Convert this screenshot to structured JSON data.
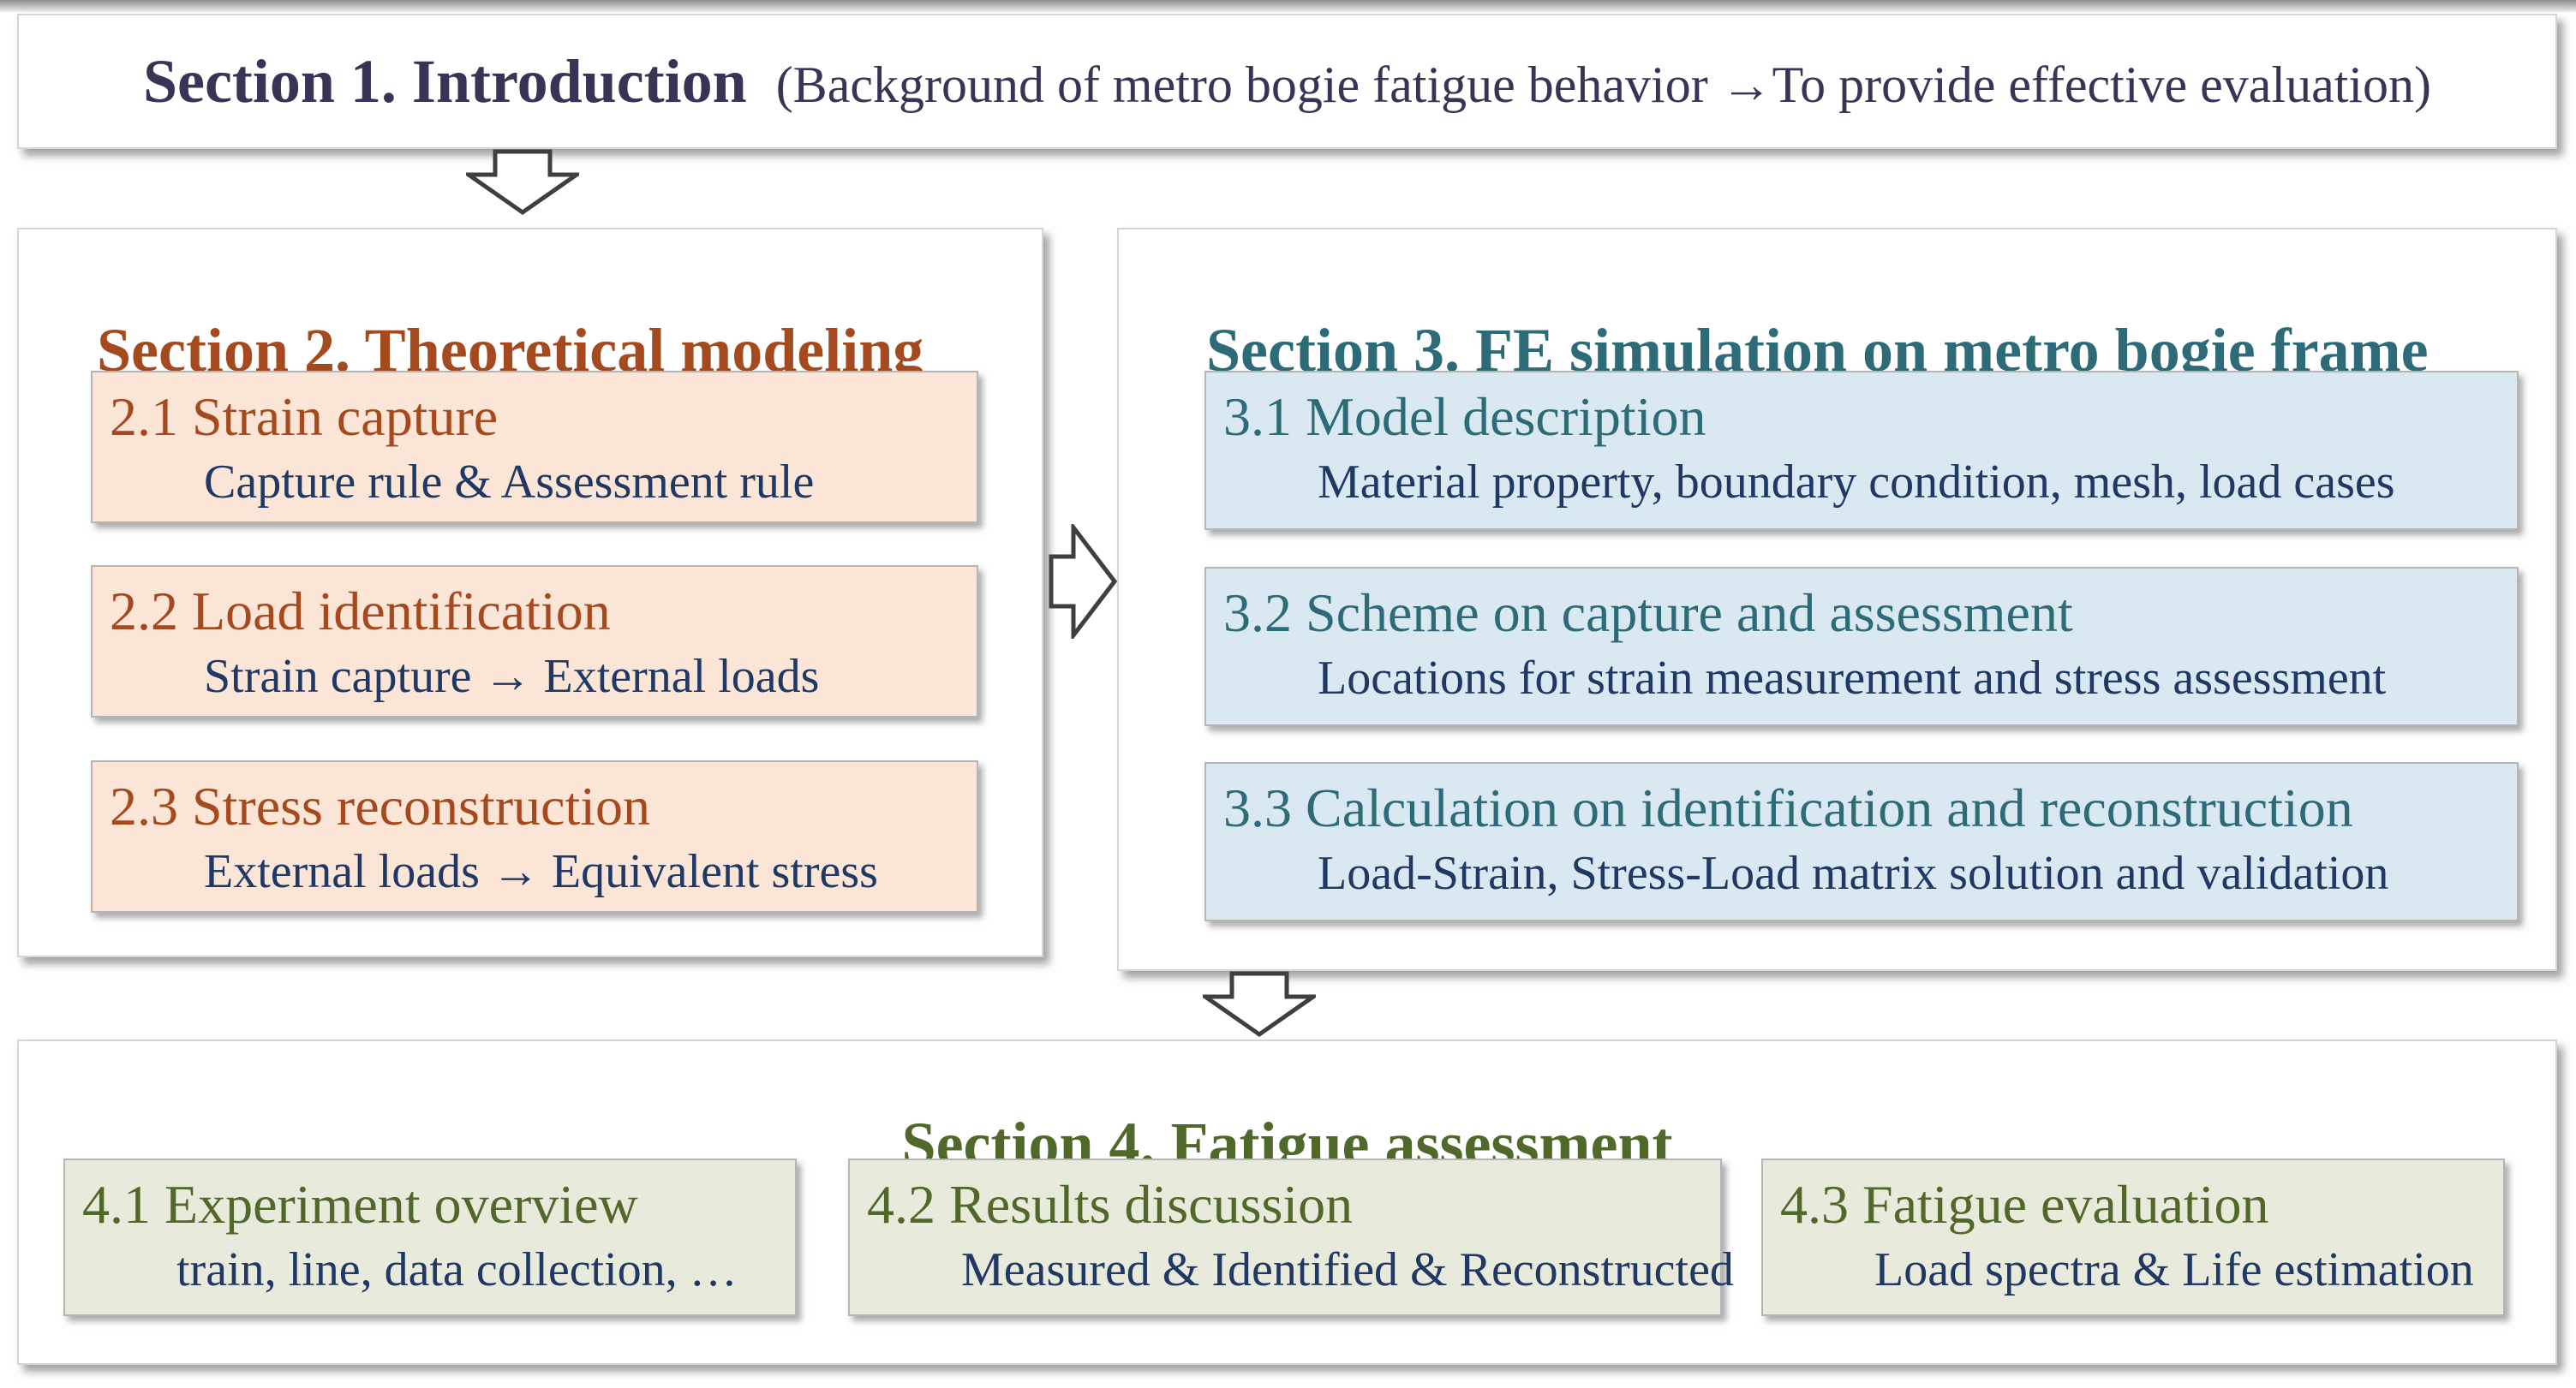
{
  "colors": {
    "section1_text": "#3B3355",
    "section2_text": "#A44A1E",
    "section3_text": "#2E6B79",
    "section4_text": "#51682B",
    "subtitle_text": "#1F3864",
    "section2_fill": "#FBE5D6",
    "section3_fill": "#DAE9F1",
    "section4_fill": "#E8EBDB",
    "arrow_stroke": "#3F3F3F"
  },
  "icons": {
    "flow_arrow_1": "down-arrow",
    "flow_arrow_2": "right-arrow",
    "flow_arrow_3": "down-arrow"
  },
  "sections": {
    "s1": {
      "title": "Section 1. Introduction",
      "detail": "(Background of metro bogie fatigue behavior →To provide effective evaluation)"
    },
    "s2": {
      "title": "Section 2. Theoretical modeling",
      "items": [
        {
          "title": "2.1 Strain capture",
          "subtitle": "Capture rule & Assessment rule"
        },
        {
          "title": "2.2 Load identification",
          "subtitle": "Strain capture → External loads"
        },
        {
          "title": "2.3 Stress reconstruction",
          "subtitle": "External loads → Equivalent stress"
        }
      ]
    },
    "s3": {
      "title": "Section 3. FE simulation on metro bogie frame",
      "items": [
        {
          "title": "3.1 Model description",
          "subtitle": "Material property, boundary condition, mesh, load cases"
        },
        {
          "title": "3.2 Scheme on capture and  assessment",
          "subtitle": "Locations for strain measurement and stress assessment"
        },
        {
          "title": "3.3 Calculation on identification and reconstruction",
          "subtitle": "Load-Strain, Stress-Load matrix solution and validation"
        }
      ]
    },
    "s4": {
      "title": "Section 4. Fatigue assessment",
      "items": [
        {
          "title": "4.1 Experiment overview",
          "subtitle": "train, line, data collection, …"
        },
        {
          "title": "4.2 Results discussion",
          "subtitle": "Measured & Identified & Reconstructed"
        },
        {
          "title": "4.3 Fatigue evaluation",
          "subtitle": "Load spectra & Life estimation"
        }
      ]
    }
  }
}
